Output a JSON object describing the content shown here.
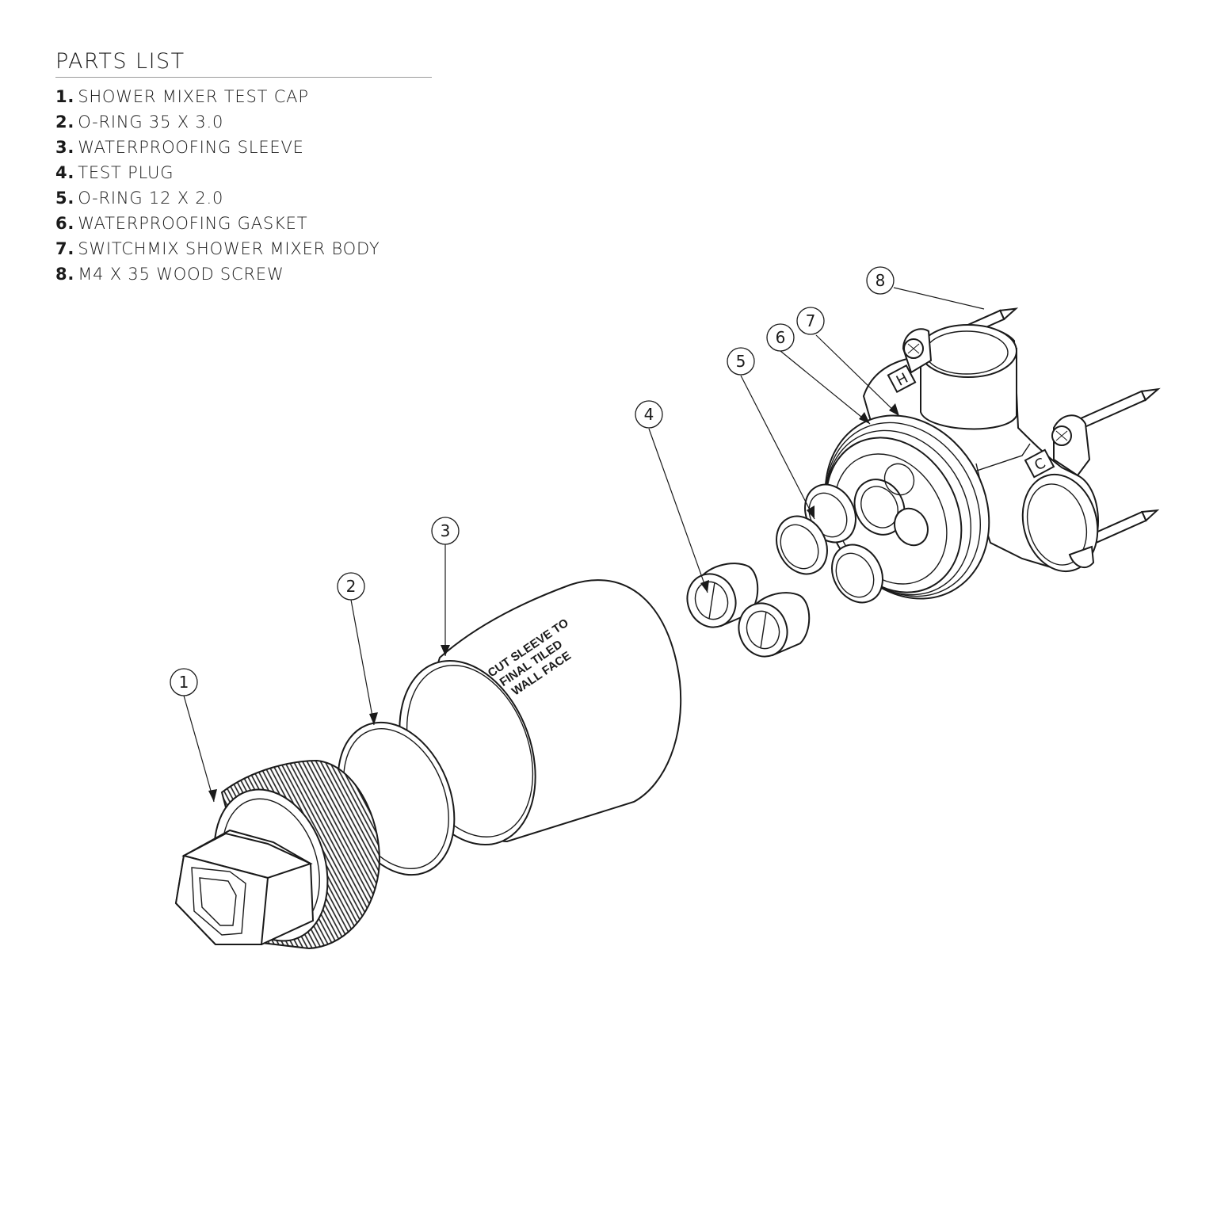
{
  "parts_list": {
    "title": "PARTS LIST",
    "items": [
      {
        "num": "1.",
        "name": "SHOWER MIXER TEST CAP"
      },
      {
        "num": "2.",
        "name": "O-RING 35 X 3.0"
      },
      {
        "num": "3.",
        "name": "WATERPROOFING SLEEVE"
      },
      {
        "num": "4.",
        "name": "TEST PLUG"
      },
      {
        "num": "5.",
        "name": "O-RING 12 X 2.0"
      },
      {
        "num": "6.",
        "name": "WATERPROOFING GASKET"
      },
      {
        "num": "7.",
        "name": "SWITCHMIX SHOWER MIXER BODY"
      },
      {
        "num": "8.",
        "name": "M4 X 35 WOOD SCREW"
      }
    ]
  },
  "callouts": [
    "1",
    "2",
    "3",
    "4",
    "5",
    "6",
    "7",
    "8"
  ],
  "sleeve_label": [
    "CUT SLEEVE TO",
    "FINAL TILED",
    "WALL FACE"
  ],
  "body_markings": {
    "hot": "H",
    "cold": "C"
  }
}
